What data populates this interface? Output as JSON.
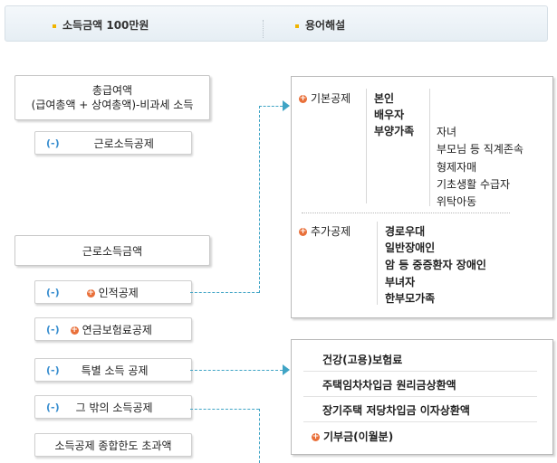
{
  "tabs": {
    "income": "소득금액 100만원",
    "terms": "용어해설"
  },
  "left": {
    "total_wage_line1": "총급여액",
    "total_wage_line2": "(급여총액 + 상여총액)-비과세 소득",
    "earned_income_deduction": "근로소득공제",
    "earned_income_amount": "근로소득금액",
    "personal_deduction": "인적공제",
    "pension_deduction": "연금보험료공제",
    "special_deduction": "특별 소득 공제",
    "other_deduction": "그 밖의 소득공제",
    "limit_excess": "소득공제 종합한도 초과액",
    "minus_symbol": "(-)",
    "plus_symbol": "+"
  },
  "personal_panel": {
    "basic_label": "기본공제",
    "basic_items": [
      "본인",
      "배우자",
      "부양가족"
    ],
    "dependents": [
      "자녀",
      "부모님 등 직계존속",
      "형제자매",
      "기초생활 수급자",
      "위탁아동"
    ],
    "additional_label": "추가공제",
    "additional_items": [
      "경로우대",
      "일반장애인",
      "암 등 중증환자 장애인",
      "부녀자",
      "한부모가족"
    ]
  },
  "special_panel": {
    "items": [
      "건강(고용)보험료",
      "주택임차차입금 원리금상환액",
      "장기주택 저당차입금 이자상환액"
    ],
    "donation": "기부금(이월분)"
  },
  "colors": {
    "accent": "#3fa4c5",
    "plus": "#e9703a",
    "bullet": "#f0b400"
  }
}
